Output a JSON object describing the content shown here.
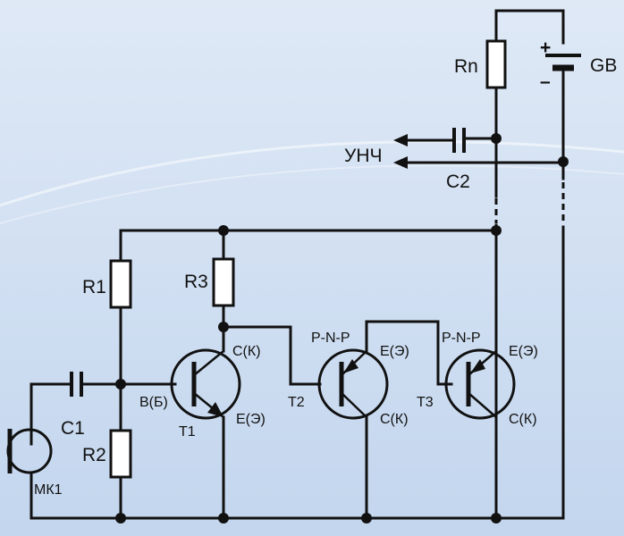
{
  "labels": {
    "rn": "Rn",
    "gb": "GB",
    "plus": "+",
    "minus": "–",
    "unch": "УНЧ",
    "c2": "C2",
    "r1": "R1",
    "r3": "R3",
    "r2": "R2",
    "c1": "C1",
    "mk1": "МК1",
    "t1": "T1",
    "t2": "T2",
    "t3": "T3",
    "t1_base": "B(Б)",
    "t1_collector": "C(К)",
    "t1_emitter": "E(Э)",
    "t2_type": "P-N-P",
    "t2_emitter": "E(Э)",
    "t2_collector": "C(К)",
    "t3_type": "P-N-P",
    "t3_emitter": "E(Э)",
    "t3_collector": "C(К)"
  },
  "colors": {
    "background_top": "#dce7f5",
    "background_bottom": "#bfd3ec",
    "wire": "#111111"
  }
}
